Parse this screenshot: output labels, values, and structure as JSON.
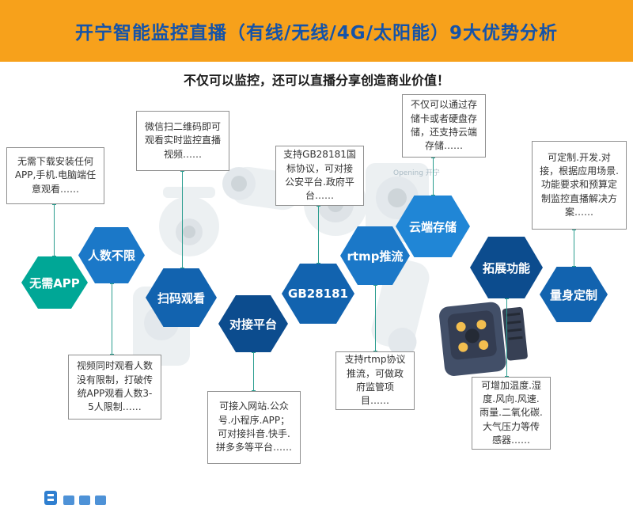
{
  "header": {
    "bg_color": "#F7A11B",
    "title": "开宁智能监控直播（有线/无线/4G/太阳能）9大优势分析",
    "title_color": "#1553A8",
    "subtitle": "不仅可以监控，还可以直播分享创造商业价值！"
  },
  "colors": {
    "connector": "#2A9D8F",
    "callout_border": "#8F8F8F",
    "footer_logo_blue": "#2F7FD0",
    "dark_camera_body": "#2E3C58",
    "camera_led_yellow": "#F2B83C"
  },
  "hexagons": [
    {
      "label": "无需APP",
      "color": "#00A796"
    },
    {
      "label": "人数不限",
      "color": "#1B78C8"
    },
    {
      "label": "扫码观看",
      "color": "#1263AF"
    },
    {
      "label": "对接平台",
      "color": "#0C4C8E"
    },
    {
      "label": "GB28181",
      "color": "#1263AF"
    },
    {
      "label": "rtmp推流",
      "color": "#1B78C8"
    },
    {
      "label": "云端存储",
      "color": "#2086D6"
    },
    {
      "label": "拓展功能",
      "color": "#0C4C8E"
    },
    {
      "label": "量身定制",
      "color": "#1263AF"
    }
  ],
  "callouts": [
    {
      "text": "无需下载安装任何APP,手机.电脑端任意观看……"
    },
    {
      "text": "微信扫二维码即可观看实时监控直播视频……"
    },
    {
      "text": "支持GB28181国标协议，可对接公安平台.政府平台……"
    },
    {
      "text": "不仅可以通过存储卡或者硬盘存储，还支持云端存储……"
    },
    {
      "text": "可定制.开发.对接，根据应用场景.功能要求和预算定制监控直播解决方案……"
    },
    {
      "text": "视频同时观看人数没有限制，打破传统APP观看人数3-5人限制……"
    },
    {
      "text": "可接入网站.公众号.小程序.APP；可对接抖音.快手.拼多多等平台……"
    },
    {
      "text": "支持rtmp协议推流，可做政府监管项目……"
    },
    {
      "text": "可增加温度.湿度.风向.风速.雨量.二氧化碳.大气压力等传感器……"
    }
  ],
  "decor": {
    "camera_brand": "Opening 开宁"
  }
}
